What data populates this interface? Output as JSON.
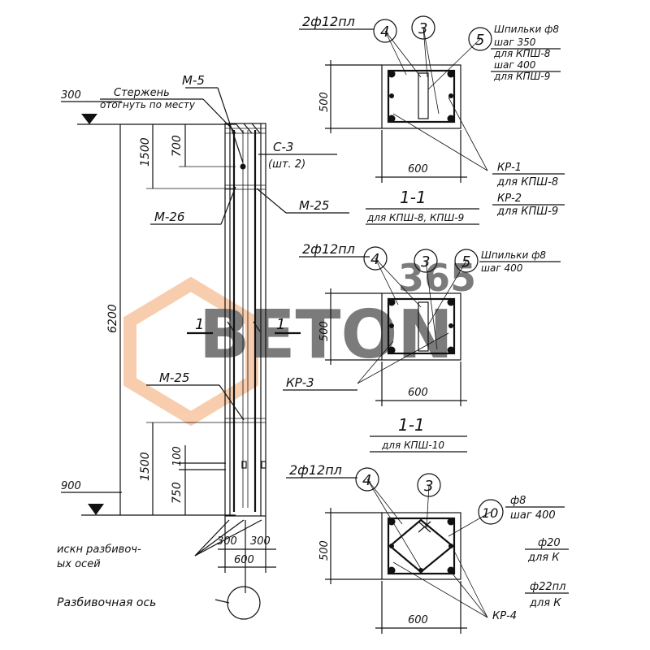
{
  "watermark": {
    "brand": "BETON",
    "number": "365",
    "color": "#f2a56c",
    "gray": "#c9c9c9"
  },
  "elevation": {
    "top_level": "300",
    "bottom_level": "900",
    "note_line1": "Стержень",
    "note_line2": "отогнуть по месту",
    "label_m5": "М-5",
    "label_c3": "С-3",
    "label_c3_qty": "(шт. 2)",
    "label_m26": "М-26",
    "label_m25_top": "М-25",
    "label_m25_bottom": "М-25",
    "section_left": "1",
    "section_right": "1",
    "dim_total": "6200",
    "dim_top": "1500",
    "dim_top_inner": "700",
    "dim_bottom": "1500",
    "dim_bottom_inner": "750",
    "dim_bottom_small": "100",
    "dim_half_left": "300",
    "dim_half_right": "300",
    "dim_width": "600",
    "axis_note_line1": "искн разбивоч-",
    "axis_note_line2": "ых осей",
    "axis_label": "Разбивочная ось"
  },
  "sections": [
    {
      "bars_label": "2ф12пл",
      "callouts": [
        "4",
        "3",
        "5"
      ],
      "note_lines": [
        "Шпильки ф8",
        "шаг 350",
        "для КПШ-8",
        "шаг 400",
        "для КПШ-9"
      ],
      "cage_lines": [
        "КР-1",
        "для КПШ-8",
        "КР-2",
        "для КПШ-9"
      ],
      "height": "500",
      "width": "600",
      "title": "1-1",
      "subtitle": "для КПШ-8, КПШ-9"
    },
    {
      "bars_label": "2ф12пл",
      "callouts": [
        "4",
        "3",
        "5"
      ],
      "note_lines": [
        "Шпильки ф8",
        "шаг 400"
      ],
      "cage_lines": [
        "КР-3"
      ],
      "height": "500",
      "width": "600",
      "title": "1-1",
      "subtitle": "для КПШ-10"
    },
    {
      "bars_label": "2ф12пл",
      "callouts": [
        "4",
        "3",
        "10"
      ],
      "note_lines": [
        "ф8",
        "шаг 400",
        "ф20",
        "для К",
        "ф22пл",
        "для К"
      ],
      "cage_lines": [
        "КР-4"
      ],
      "height": "500",
      "width": "600"
    }
  ]
}
